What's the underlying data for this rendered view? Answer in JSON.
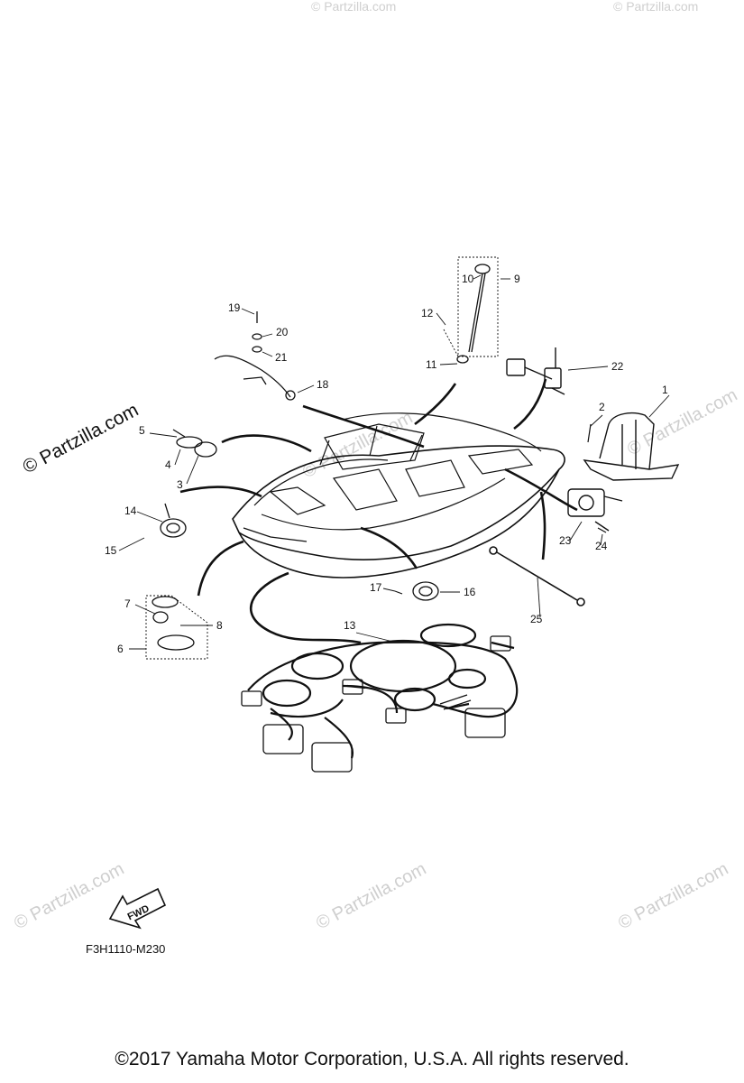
{
  "watermark": {
    "text": "© Partzilla.com"
  },
  "callouts": [
    {
      "id": "1",
      "label": "1"
    },
    {
      "id": "2",
      "label": "2"
    },
    {
      "id": "3",
      "label": "3"
    },
    {
      "id": "4",
      "label": "4"
    },
    {
      "id": "5",
      "label": "5"
    },
    {
      "id": "6",
      "label": "6"
    },
    {
      "id": "7",
      "label": "7"
    },
    {
      "id": "8",
      "label": "8"
    },
    {
      "id": "9",
      "label": "9"
    },
    {
      "id": "10",
      "label": "10"
    },
    {
      "id": "11",
      "label": "11"
    },
    {
      "id": "12",
      "label": "12"
    },
    {
      "id": "13",
      "label": "13"
    },
    {
      "id": "14",
      "label": "14"
    },
    {
      "id": "15",
      "label": "15"
    },
    {
      "id": "16",
      "label": "16"
    },
    {
      "id": "17",
      "label": "17"
    },
    {
      "id": "18",
      "label": "18"
    },
    {
      "id": "19",
      "label": "19"
    },
    {
      "id": "20",
      "label": "20"
    },
    {
      "id": "21",
      "label": "21"
    },
    {
      "id": "22",
      "label": "22"
    },
    {
      "id": "23",
      "label": "23"
    },
    {
      "id": "24",
      "label": "24"
    },
    {
      "id": "25",
      "label": "25"
    }
  ],
  "fwd_arrow": {
    "label": "FWD"
  },
  "diagram_code": "F3H1110-M230",
  "copyright": "©2017  Yamaha Motor Corporation, U.S.A. All rights reserved."
}
